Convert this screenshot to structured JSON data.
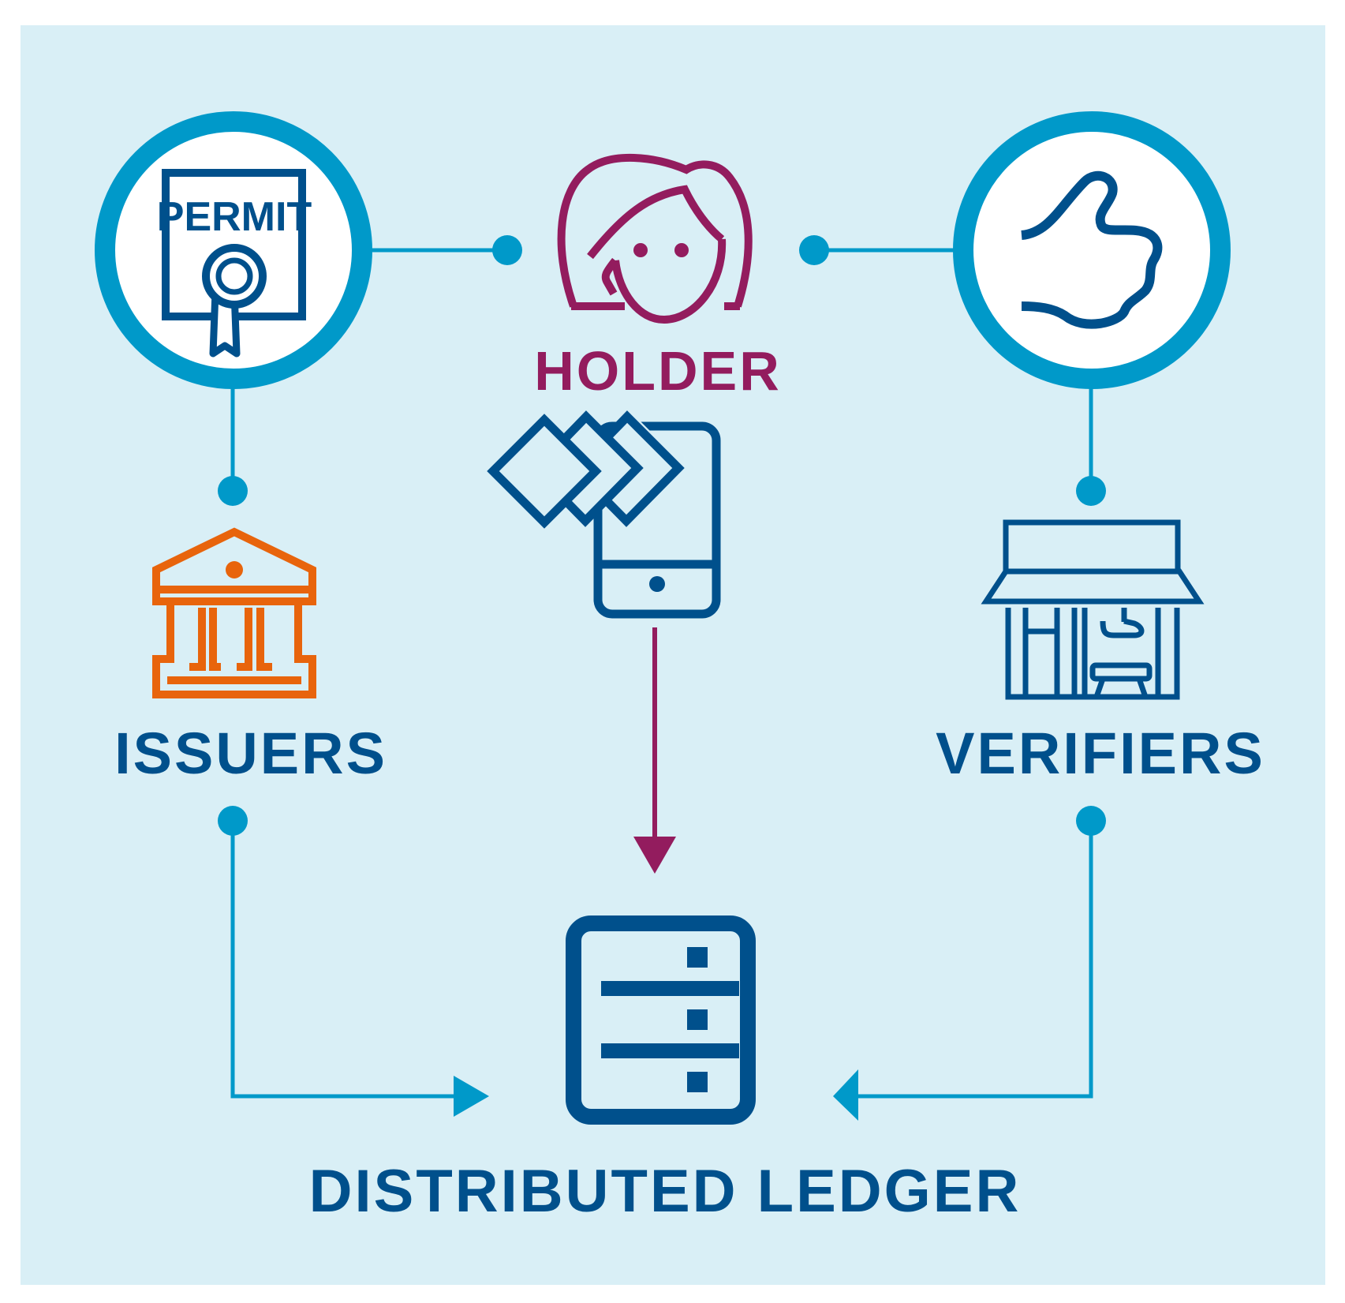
{
  "labels": {
    "holder": "HOLDER",
    "issuers": "ISSUERS",
    "verifiers": "VERIFIERS",
    "ledger": "DISTRIBUTED LEDGER"
  },
  "badge": {
    "permit": "PERMIT"
  },
  "colors": {
    "background": "#d9eff6",
    "connector": "#0099c9",
    "navy": "#00508c",
    "holder": "#931c5e",
    "issuer": "#e8640c"
  },
  "icons": {
    "issuer_badge": "permit-certificate-icon",
    "holder": "person-face-icon",
    "verifier_badge": "thumbs-up-icon",
    "issuer": "bank-building-icon",
    "verifier": "storefront-icon",
    "holder_wallet": "phone-credentials-icon",
    "ledger": "server-icon"
  }
}
